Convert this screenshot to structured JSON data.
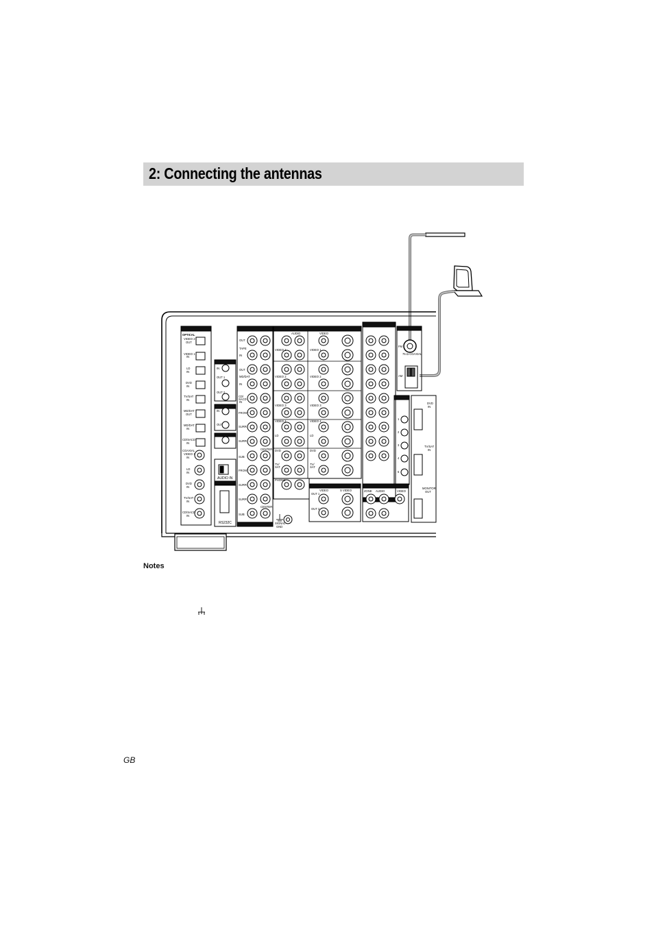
{
  "page": {
    "title": "2: Connecting the antennas",
    "notes_heading": "Notes",
    "footer_lang": "GB"
  },
  "diagram": {
    "optical_labels": [
      "OPTICAL",
      "VIDEO 2 OUT",
      "VIDEO 1 IN",
      "LD IN",
      "DVD IN",
      "TV/SAT IN",
      "MD/DAT OUT",
      "MD/DAT IN",
      "CD/SACD IN"
    ],
    "coaxial_labels": [
      "COAXIAL VIDEO 1 IN",
      "LD IN",
      "DVD IN",
      "TV/SAT IN",
      "CD/SACD IN"
    ],
    "small_panel_labels": [
      "IN",
      "OUT 1",
      "OUT 2",
      "IN",
      "OUT"
    ],
    "audio_in_label": "AUDIO IN",
    "rs232c_label": "RS232C",
    "tape_labels": [
      "OUT",
      "TAPE",
      "IN",
      "OUT",
      "MD/DAT",
      "IN",
      "CD/SACD IN",
      "FRONT",
      "SURR",
      "SURR BACK",
      "SUB WOOFER",
      "FRONT",
      "SURR",
      "SURR BACK",
      "SUB WOOFER",
      "CENTER",
      "CENTER"
    ],
    "audio_header": "AUDIO",
    "video_header": "VIDEO",
    "av_labels": [
      "VIDEO 1",
      "VIDEO 2",
      "VIDEO 3",
      "VIDEO 4",
      "LD",
      "DVD",
      "TV/SAT",
      "PHONO"
    ],
    "signal_gnd": "SIGNAL GND",
    "antenna_labels": [
      "FM",
      "75 Ω COAXIAL",
      "AM"
    ],
    "zone_numbers": [
      "1",
      "2",
      "3",
      "4",
      "5"
    ],
    "right_labels": [
      "DVD IN",
      "TV/SAT IN",
      "MONITOR OUT"
    ],
    "bottom_labels": [
      "VIDEO",
      "OUT 1",
      "OUT 2",
      "S VIDEO",
      "ZONE",
      "AUDIO",
      "VIDEO"
    ]
  }
}
